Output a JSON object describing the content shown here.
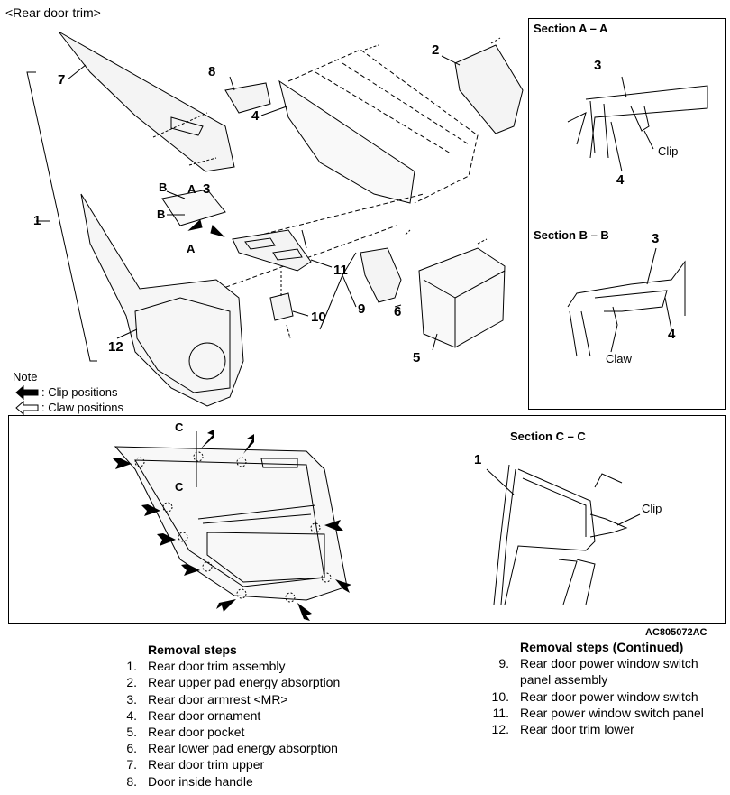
{
  "title": "<Rear door trim>",
  "sections": {
    "aa": "Section A – A",
    "bb": "Section B – B",
    "cc": "Section C – C"
  },
  "labels": {
    "clip": "Clip",
    "claw": "Claw",
    "A": "A",
    "B": "B",
    "C": "C",
    "n1": "1",
    "n2": "2",
    "n3": "3",
    "n4": "4",
    "n5": "5",
    "n6": "6",
    "n7": "7",
    "n8": "8",
    "n9": "9",
    "n10": "10",
    "n11": "11",
    "n12": "12"
  },
  "note": {
    "title": "Note",
    "clip": ": Clip positions",
    "claw": ": Claw positions"
  },
  "figure_code": "AC805072AC",
  "removal": {
    "heading": "Removal steps",
    "heading_cont": "Removal steps (Continued)",
    "left": [
      {
        "num": "1.",
        "text": "Rear door trim assembly"
      },
      {
        "num": "2.",
        "text": "Rear upper pad energy absorption"
      },
      {
        "num": "3.",
        "text": "Rear door armrest <MR>"
      },
      {
        "num": "4.",
        "text": "Rear door ornament"
      },
      {
        "num": "5.",
        "text": "Rear door pocket"
      },
      {
        "num": "6.",
        "text": "Rear lower pad energy absorption"
      },
      {
        "num": "7.",
        "text": "Rear door trim upper"
      },
      {
        "num": "8.",
        "text": "Door inside handle"
      }
    ],
    "right": [
      {
        "num": "9.",
        "text": "Rear door power window switch",
        "text2": "panel assembly"
      },
      {
        "num": "10.",
        "text": "Rear door power window switch"
      },
      {
        "num": "11.",
        "text": "Rear power window switch panel"
      },
      {
        "num": "12.",
        "text": "Rear door trim lower"
      }
    ]
  }
}
